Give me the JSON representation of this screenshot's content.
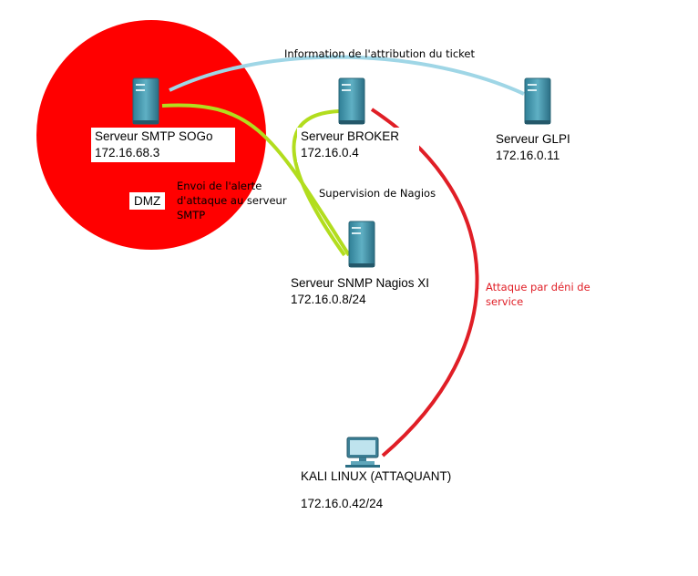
{
  "zone": {
    "label": "DMZ",
    "color": "#ff0000"
  },
  "nodes": {
    "smtp": {
      "name": "Serveur SMTP SOGo",
      "ip": "172.16.68.3",
      "icon": "server-icon"
    },
    "broker": {
      "name": "Serveur BROKER",
      "ip": "172.16.0.4",
      "icon": "server-icon"
    },
    "glpi": {
      "name": "Serveur GLPI",
      "ip": "172.16.0.11",
      "icon": "server-icon"
    },
    "nagios": {
      "name": "Serveur SNMP Nagios XI",
      "ip": "172.16.0.8/24",
      "icon": "server-icon"
    },
    "kali": {
      "name": "KALI LINUX (ATTAQUANT)",
      "ip": "172.16.0.42/24",
      "icon": "pc-icon"
    }
  },
  "links": {
    "ticket": {
      "label": "Information de l'attribution du ticket",
      "color": "#9fd6e6"
    },
    "alert": {
      "label_line1": "Envoi de l'alerte",
      "label_line2": "d'attaque au serveur",
      "label_line3": "SMTP",
      "color": "#b2dd1e"
    },
    "supervision": {
      "label": "Supervision de Nagios",
      "color": "#b2dd1e"
    },
    "attack": {
      "label_line1": "Attaque par déni de",
      "label_line2": "service",
      "color": "#e01e26"
    }
  }
}
